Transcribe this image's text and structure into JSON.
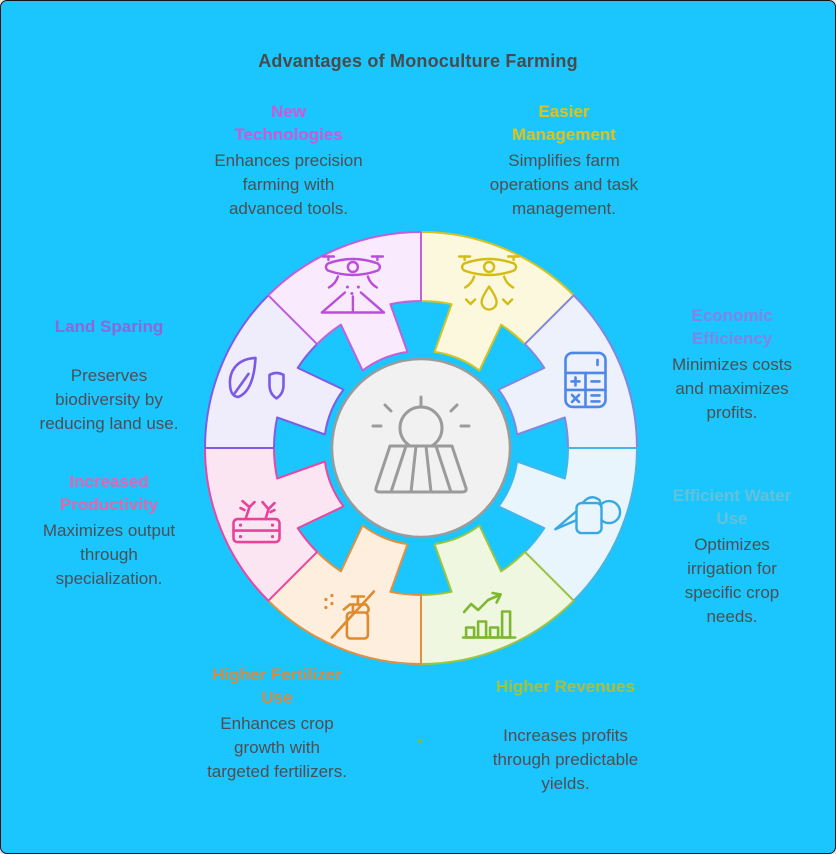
{
  "title": "Advantages of Monoculture Farming",
  "title_color": "#4a4a4a",
  "canvas_bg": "#1ac6fd",
  "body_text_color": "#4e4e53",
  "center": {
    "icon": "field-sun",
    "fill": "#f1f1f1",
    "stroke": "#9b9b9b",
    "icon_color": "#9b9b9b"
  },
  "stray_mark_color": "#84bb3a",
  "segments": [
    {
      "id": "easier-management",
      "label": "Easier Management",
      "description": "Simplifies farm operations and task management.",
      "label_color": "#e2c217",
      "fill": "#fcf8dd",
      "stroke": "#d5c322",
      "icon": "drone-droplet",
      "icon_color": "#d4bc16"
    },
    {
      "id": "economic-efficiency",
      "label": "Economic Efficiency",
      "description": "Minimizes costs and maximizes profits.",
      "label_color": "#8184e6",
      "fill": "#edf1fb",
      "stroke": "#8287e2",
      "icon": "calculator",
      "icon_color": "#4d87e8"
    },
    {
      "id": "efficient-water-use",
      "label": "Efficient Water Use",
      "description": "Optimizes irrigation for specific crop needs.",
      "label_color": "#63c1da",
      "fill": "#e8f5fd",
      "stroke": "#44b5e9",
      "icon": "watering-can",
      "icon_color": "#36a9e2"
    },
    {
      "id": "higher-revenues",
      "label": "Higher Revenues",
      "description": "Increases profits through predictable yields.",
      "label_color": "#a9c03c",
      "fill": "#eff7e0",
      "stroke": "#9dc43e",
      "icon": "growth-chart",
      "icon_color": "#7eb830"
    },
    {
      "id": "higher-fertilizer-use",
      "label": "Higher Fertilizer Use",
      "description": "Enhances crop growth with targeted fertilizers.",
      "label_color": "#dd8a41",
      "fill": "#fdeede",
      "stroke": "#e0913f",
      "icon": "sprayer",
      "icon_color": "#df8b2d"
    },
    {
      "id": "increased-productivity",
      "label": "Increased Productivity",
      "description": "Maximizes output through specialization.",
      "label_color": "#e763ac",
      "fill": "#fce5f3",
      "stroke": "#ea47a0",
      "icon": "produce-crate",
      "icon_color": "#e8439a"
    },
    {
      "id": "land-sparing",
      "label": "Land Sparing",
      "description": "Preserves biodiversity by reducing land use.",
      "label_color": "#8b68da",
      "fill": "#efecfb",
      "stroke": "#7d5ce8",
      "icon": "leaf-shield",
      "icon_color": "#7c5ae8"
    },
    {
      "id": "new-technologies",
      "label": "New Technologies",
      "description": "Enhances precision farming with advanced tools.",
      "label_color": "#ca5ad7",
      "fill": "#f9eafd",
      "stroke": "#c35fd8",
      "icon": "drone-spray",
      "icon_color": "#b94fd8"
    }
  ]
}
